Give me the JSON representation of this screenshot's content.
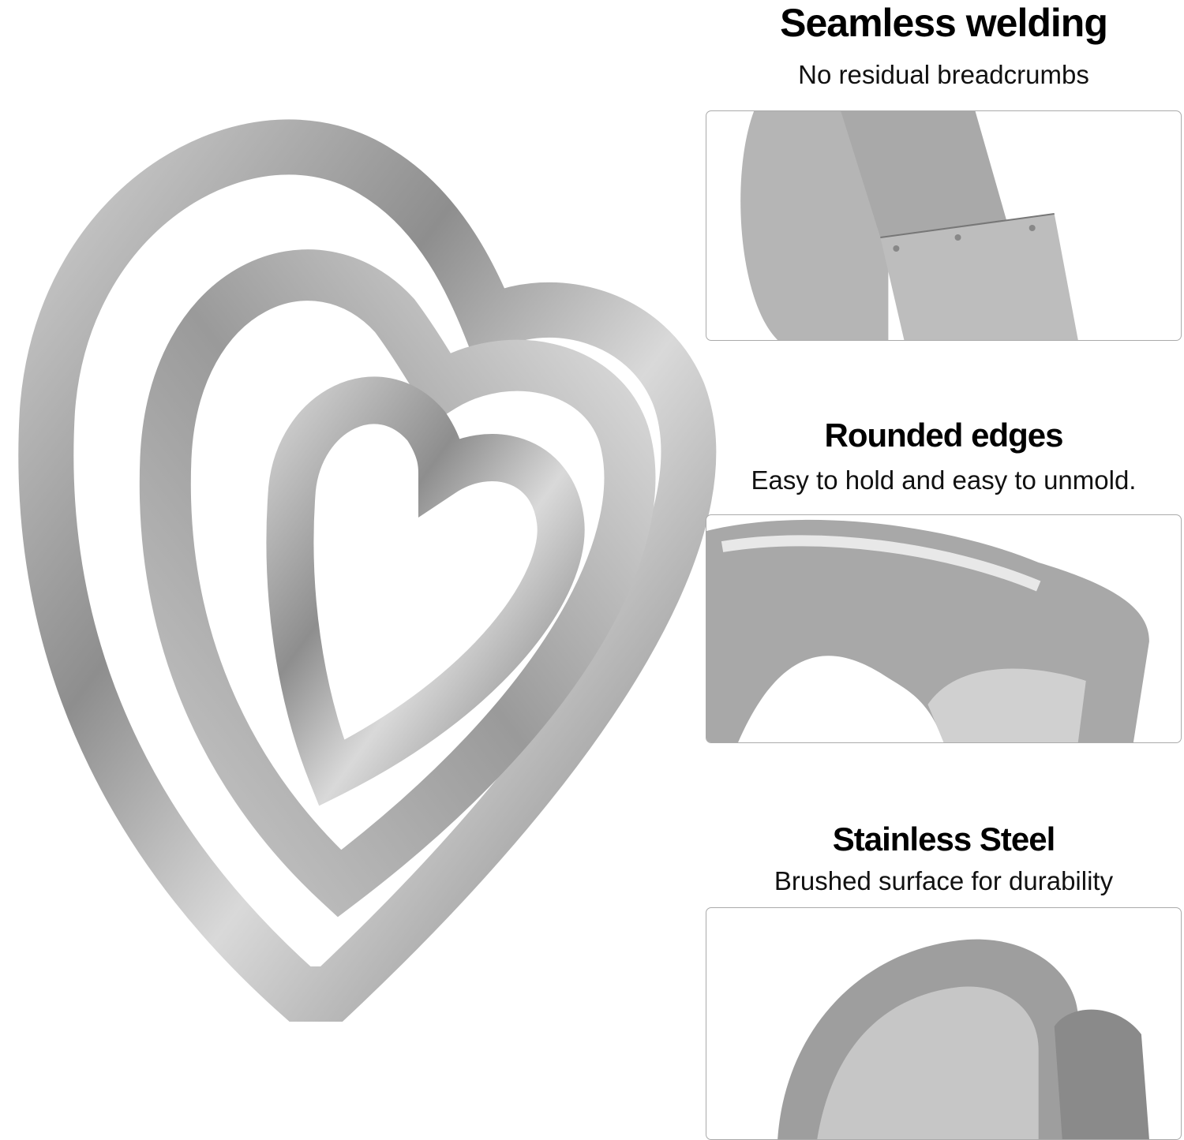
{
  "features": [
    {
      "title": "Seamless welding",
      "subtitle": "No residual breadcrumbs",
      "image_icon": "weld-seam-closeup"
    },
    {
      "title": "Rounded edges",
      "subtitle": "Easy to hold and easy to unmold.",
      "image_icon": "rounded-edge-closeup"
    },
    {
      "title": "Stainless Steel",
      "subtitle": "Brushed surface for durability",
      "image_icon": "brushed-steel-closeup"
    }
  ],
  "colors": {
    "steel_light": "#d8d8d8",
    "steel_mid": "#a0a0a0",
    "steel_dark": "#6a6a6a",
    "panel_border": "#aaaaaa"
  }
}
